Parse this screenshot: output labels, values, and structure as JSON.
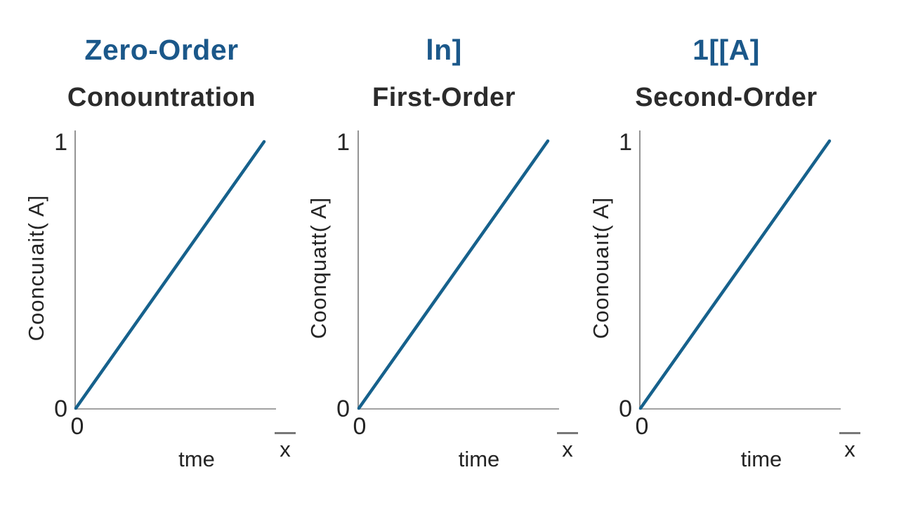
{
  "figure": {
    "description_visible_only": "Three line plots comparing reaction order kinetics",
    "colors": {
      "title_blue": "#1b588a",
      "line": "#16618c",
      "axis": "#949494",
      "text": "#242424",
      "overline": "#787878",
      "background": "#ffffff"
    }
  },
  "panels": [
    {
      "title": "Zero-Order",
      "subtitle": "Conountration",
      "y_axis_label": "Cooncuıait( A]",
      "y_tick_top": "1",
      "y_tick_bottom": "0",
      "x_tick_origin": "0",
      "x_axis_label": "tme",
      "x_end_label": "x"
    },
    {
      "title": "ln]",
      "subtitle": "First-Order",
      "y_axis_label": "Coonquatt( A]",
      "y_tick_top": "1",
      "y_tick_bottom": "0",
      "x_tick_origin": "0",
      "x_axis_label": "time",
      "x_end_label": "x"
    },
    {
      "title": "1[[A]",
      "subtitle": "Second-Order",
      "y_axis_label": "Coonouaıt( A]",
      "y_tick_top": "1",
      "y_tick_bottom": "0",
      "x_tick_origin": "0",
      "x_axis_label": "time",
      "x_end_label": "x"
    }
  ],
  "chart_data": [
    {
      "type": "line",
      "title": "Zero-Order",
      "subtitle": "Conountration",
      "xlabel": "tme",
      "ylabel": "Cooncuıait( A]",
      "x": [
        0,
        0.94
      ],
      "y": [
        0,
        1
      ],
      "xlim": [
        0,
        1
      ],
      "ylim": [
        0,
        1.05
      ],
      "x_ticks": [
        "0"
      ],
      "y_ticks": [
        "0",
        "1"
      ],
      "x_end_annotation": "x̄",
      "line_color": "#16618c",
      "grid": false,
      "legend": false
    },
    {
      "type": "line",
      "title": "ln]",
      "subtitle": "First-Order",
      "xlabel": "time",
      "ylabel": "Coonquatt( A]",
      "x": [
        0,
        0.94
      ],
      "y": [
        0,
        1
      ],
      "xlim": [
        0,
        1
      ],
      "ylim": [
        0,
        1.05
      ],
      "x_ticks": [
        "0"
      ],
      "y_ticks": [
        "0",
        "1"
      ],
      "x_end_annotation": "x̄",
      "line_color": "#16618c",
      "grid": false,
      "legend": false
    },
    {
      "type": "line",
      "title": "1[[A]",
      "subtitle": "Second-Order",
      "xlabel": "time",
      "ylabel": "Coonouaıt( A]",
      "x": [
        0,
        0.94
      ],
      "y": [
        0,
        1
      ],
      "xlim": [
        0,
        1
      ],
      "ylim": [
        0,
        1.05
      ],
      "x_ticks": [
        "0"
      ],
      "y_ticks": [
        "0",
        "1"
      ],
      "x_end_annotation": "x̄",
      "line_color": "#16618c",
      "grid": false,
      "legend": false
    }
  ]
}
